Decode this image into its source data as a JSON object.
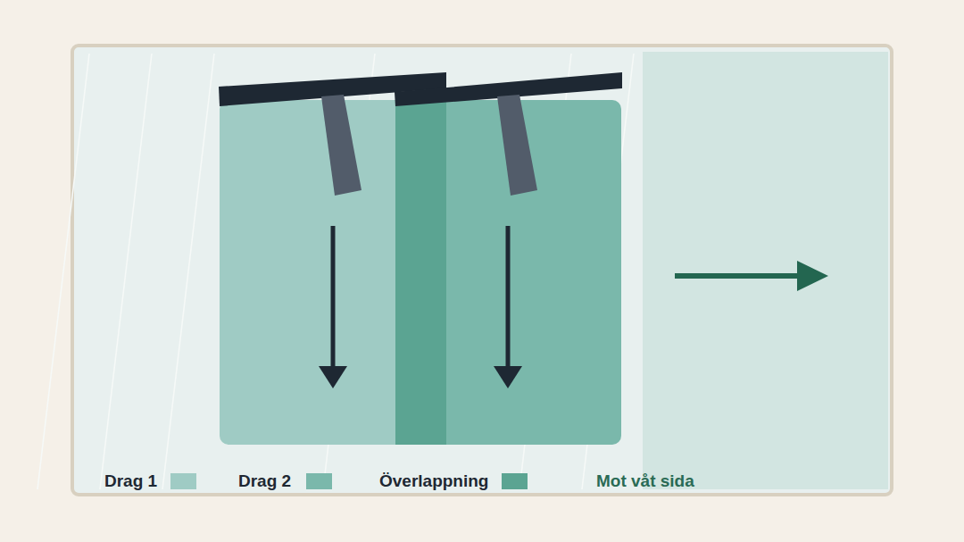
{
  "diagram": {
    "labels": [
      "Mot våt sida"
    ],
    "legend": [
      {
        "text": "Drag 1",
        "color": "#9fcbc4"
      },
      {
        "text": "Drag 2",
        "color": "#7ab8ab"
      },
      {
        "text": "Överlappning",
        "color": "#5ba492"
      }
    ]
  }
}
